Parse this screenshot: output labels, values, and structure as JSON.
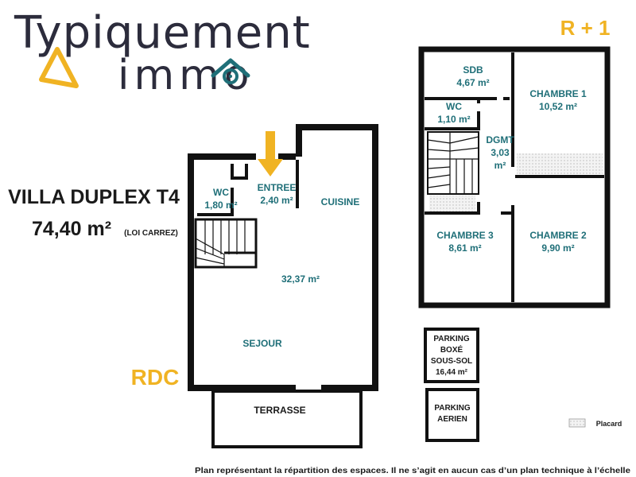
{
  "brand": {
    "name_line1": "Typiquement",
    "name_line2": "immo",
    "colors": {
      "dark": "#2c2c3c",
      "accent": "#f0b323",
      "teal": "#1f6f78"
    }
  },
  "listing": {
    "title": "VILLA DUPLEX T4",
    "area": "74,40 m²",
    "area_note": "(LOI CARREZ)"
  },
  "ground_floor": {
    "level_label": "RDC",
    "rooms": [
      {
        "name": "WC",
        "area": "1,80 m²"
      },
      {
        "name": "ENTREE",
        "area": "2,40 m²"
      },
      {
        "name": "CUISINE",
        "area": ""
      },
      {
        "name": "",
        "area": "32,37 m²"
      },
      {
        "name": "SEJOUR",
        "area": ""
      },
      {
        "name": "TERRASSE",
        "area": ""
      }
    ]
  },
  "first_floor": {
    "level_label": "R + 1",
    "rooms": [
      {
        "name": "SDB",
        "area": "4,67 m²"
      },
      {
        "name": "CHAMBRE 1",
        "area": "10,52 m²"
      },
      {
        "name": "WC",
        "area": "1,10 m²"
      },
      {
        "name": "DGMT",
        "area": "3,03",
        "unit": "m²"
      },
      {
        "name": "CHAMBRE 3",
        "area": "8,61 m²"
      },
      {
        "name": "CHAMBRE 2",
        "area": "9,90 m²"
      }
    ]
  },
  "parking": {
    "boxed": [
      "PARKING",
      "BOXÉ",
      "SOUS-SOL",
      "16,44 m²"
    ],
    "outdoor": [
      "PARKING",
      "AERIEN"
    ]
  },
  "legend": {
    "placard": "Placard"
  },
  "footer": "Plan représentant la répartition des espaces. Il ne s’agit en aucun cas d’un plan technique à l’échelle"
}
